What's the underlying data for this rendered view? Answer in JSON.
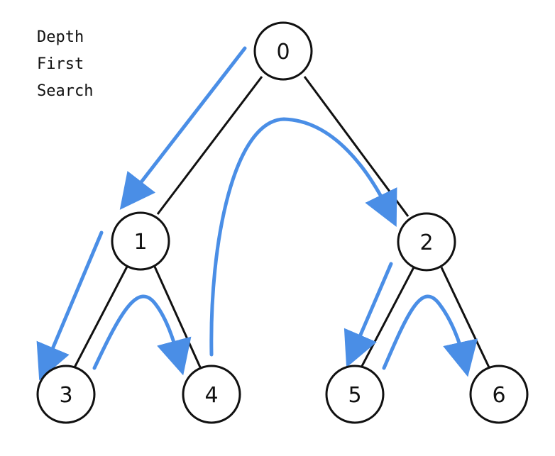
{
  "title": {
    "lines": [
      "Depth",
      "First",
      "Search"
    ]
  },
  "graph": {
    "nodes": [
      {
        "id": "node-0",
        "label": "0"
      },
      {
        "id": "node-1",
        "label": "1"
      },
      {
        "id": "node-2",
        "label": "2"
      },
      {
        "id": "node-3",
        "label": "3"
      },
      {
        "id": "node-4",
        "label": "4"
      },
      {
        "id": "node-5",
        "label": "5"
      },
      {
        "id": "node-6",
        "label": "6"
      }
    ],
    "edges": [
      [
        "0",
        "1"
      ],
      [
        "0",
        "2"
      ],
      [
        "1",
        "3"
      ],
      [
        "1",
        "4"
      ],
      [
        "2",
        "5"
      ],
      [
        "2",
        "6"
      ]
    ],
    "traversal_order": [
      "0",
      "1",
      "3",
      "4",
      "2",
      "5",
      "6"
    ]
  },
  "colors": {
    "edge": "#111111",
    "node_stroke": "#111111",
    "node_fill": "#ffffff",
    "arrow": "#4a8ee6"
  }
}
